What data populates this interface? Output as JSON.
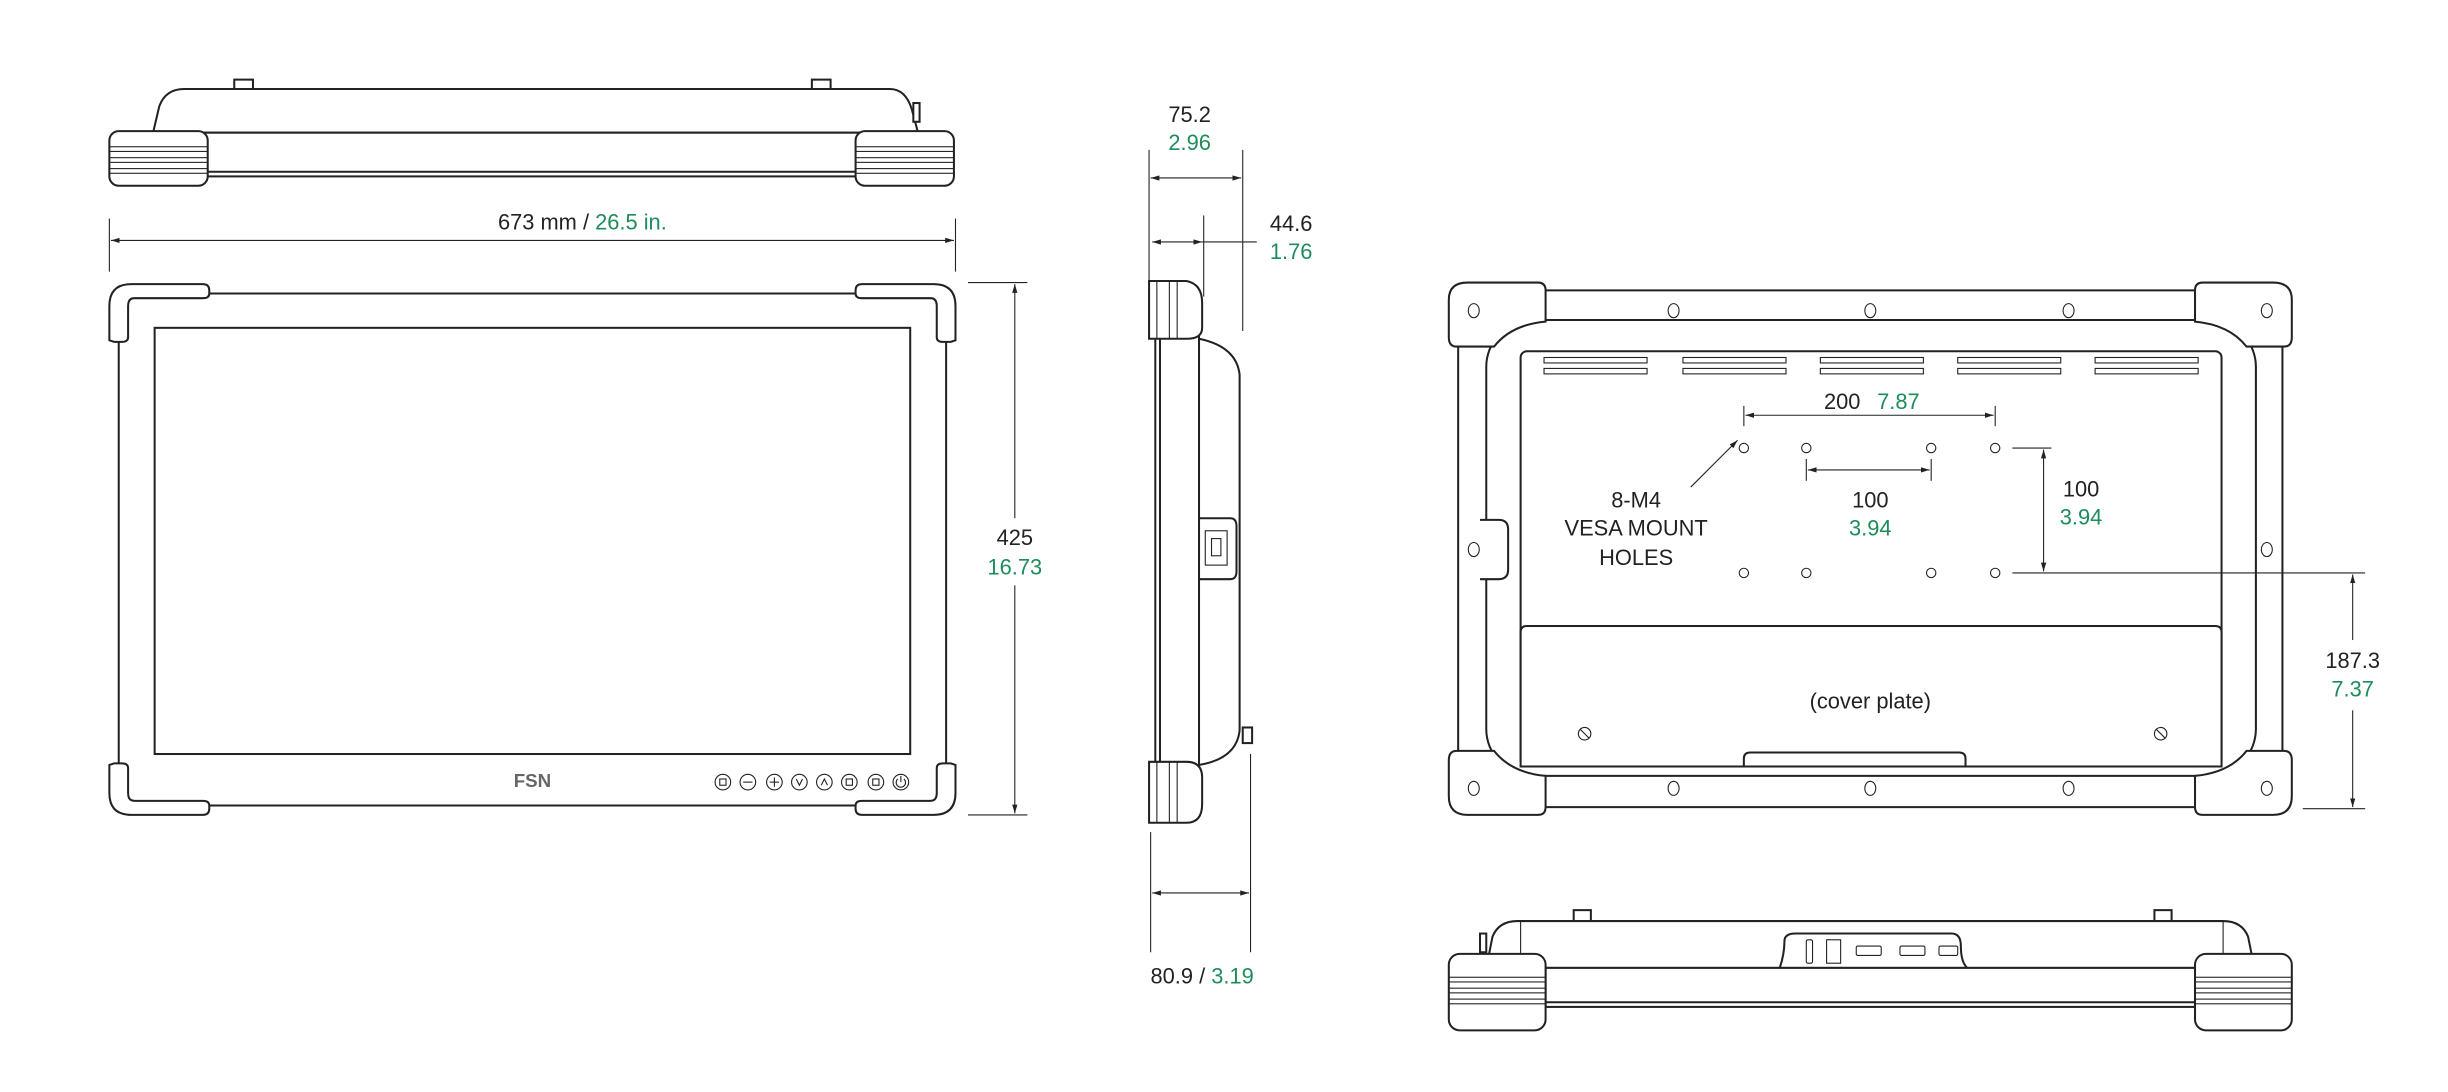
{
  "colors": {
    "metric": "#222222",
    "imperial": "#1e8c5a",
    "line": "#222222"
  },
  "top_view": {
    "width_mm": "673 mm",
    "separator": " / ",
    "width_in": "26.5 in."
  },
  "front_view": {
    "logo": "FSN",
    "height_mm": "425",
    "height_in": "16.73",
    "buttons": [
      "input-icon",
      "minus-icon",
      "plus-icon",
      "down-icon",
      "up-icon",
      "menu-icon",
      "picture-icon",
      "power-icon"
    ]
  },
  "side_view": {
    "depth_total_mm": "75.2",
    "depth_total_in": "2.96",
    "depth_body_mm": "44.6",
    "depth_body_in": "1.76",
    "depth_bottom_mm": "80.9",
    "separator": " / ",
    "depth_bottom_in": "3.19"
  },
  "back_view": {
    "vesa_h_outer_mm": "200",
    "vesa_h_outer_in": "7.87",
    "vesa_h_inner_mm": "100",
    "vesa_h_inner_in": "3.94",
    "vesa_v_mm": "100",
    "vesa_v_in": "3.94",
    "bottom_offset_mm": "187.3",
    "bottom_offset_in": "7.37",
    "note_lines": [
      "8-M4",
      "VESA MOUNT",
      "HOLES"
    ],
    "cover_label": "(cover plate)"
  }
}
